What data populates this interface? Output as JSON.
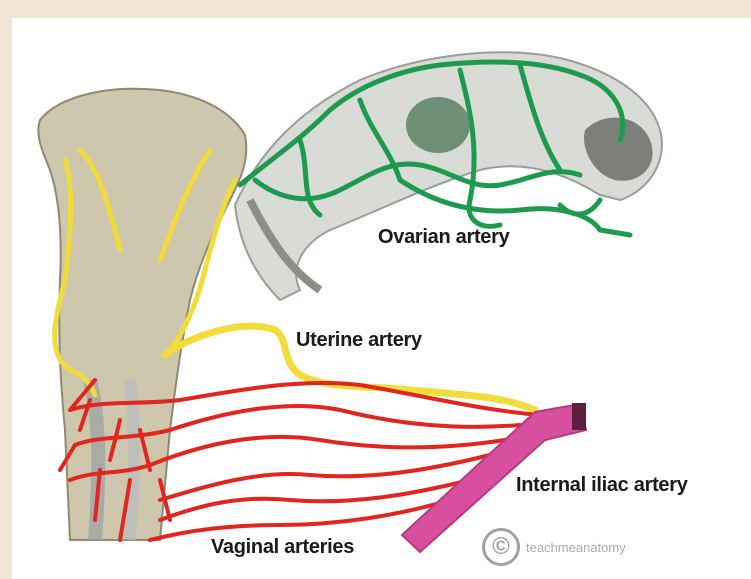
{
  "labels": {
    "ovarian": "Ovarian artery",
    "uterine": "Uterine artery",
    "iliac": "Internal iliac artery",
    "vaginal": "Vaginal arteries"
  },
  "watermark": {
    "icon_text": "©",
    "text": "teachmeanatomy"
  },
  "colors": {
    "background": "#f1e6d3",
    "panel": "#ffffff",
    "uterus": "#cfc7ad",
    "ovarian_artery": "#1e9a4f",
    "uterine_artery": "#f0dc3a",
    "vaginal_arteries": "#e0261f",
    "internal_iliac": "#d94fa0"
  }
}
